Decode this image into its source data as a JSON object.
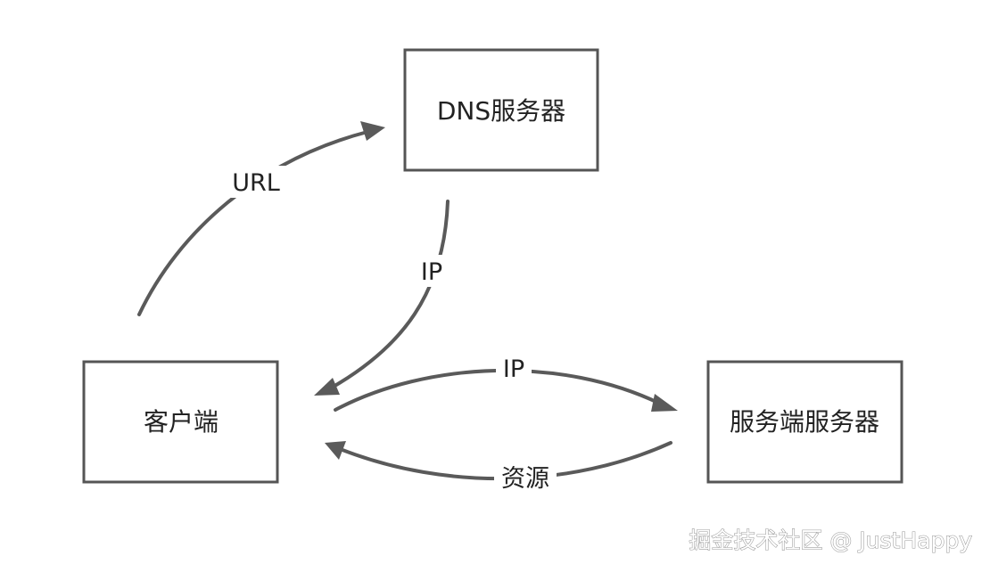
{
  "nodes": {
    "dns": {
      "label": "DNS服务器"
    },
    "client": {
      "label": "客户端"
    },
    "server": {
      "label": "服务端服务器"
    }
  },
  "edges": {
    "url": {
      "label": "URL"
    },
    "ip_from_dns": {
      "label": "IP"
    },
    "ip_to_server": {
      "label": "IP"
    },
    "resource": {
      "label": "资源"
    }
  },
  "watermark": "掘金技术社区 @ JustHappy",
  "colors": {
    "stroke": "#555555",
    "arrow": "#5a5a5a",
    "text": "#222222",
    "background": "#ffffff"
  }
}
